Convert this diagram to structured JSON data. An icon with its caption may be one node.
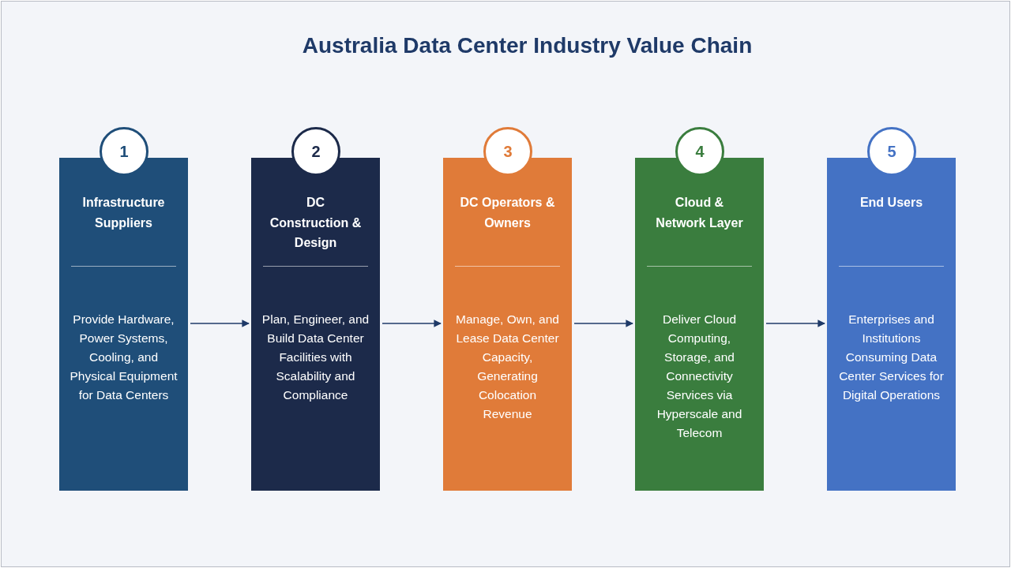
{
  "diagram": {
    "title": "Australia Data Center Industry Value Chain",
    "nodes": [
      {
        "text": [
          "1",
          "Infrastructure Suppliers",
          "Provide Hardware, Power Systems, Cooling, and Physical Equipment for Data Centers"
        ]
      },
      {
        "text": [
          "2",
          "DC Construction & Design",
          "Plan, Engineer, and Build Data Center Facilities with Scalability and Compliance"
        ]
      },
      {
        "text": [
          "3",
          "DC Operators & Owners",
          "Manage, Own, and Lease Data Center Capacity, Generating Colocation Revenue"
        ]
      },
      {
        "text": [
          "4",
          "Cloud & Network Layer",
          "Deliver Cloud Computing, Storage, and Connectivity Services via Hyperscale and Telecom"
        ]
      },
      {
        "text": [
          "5",
          "End Users",
          "Enterprises and Institutions Consuming Data Center Services for Digital Operations"
        ]
      }
    ],
    "edges": [
      {
        "from": 0,
        "to": 1,
        "arrow": "to"
      },
      {
        "from": 1,
        "to": 2,
        "arrow": "to"
      },
      {
        "from": 2,
        "to": 3,
        "arrow": "to"
      },
      {
        "from": 3,
        "to": 4,
        "arrow": "to"
      }
    ]
  }
}
